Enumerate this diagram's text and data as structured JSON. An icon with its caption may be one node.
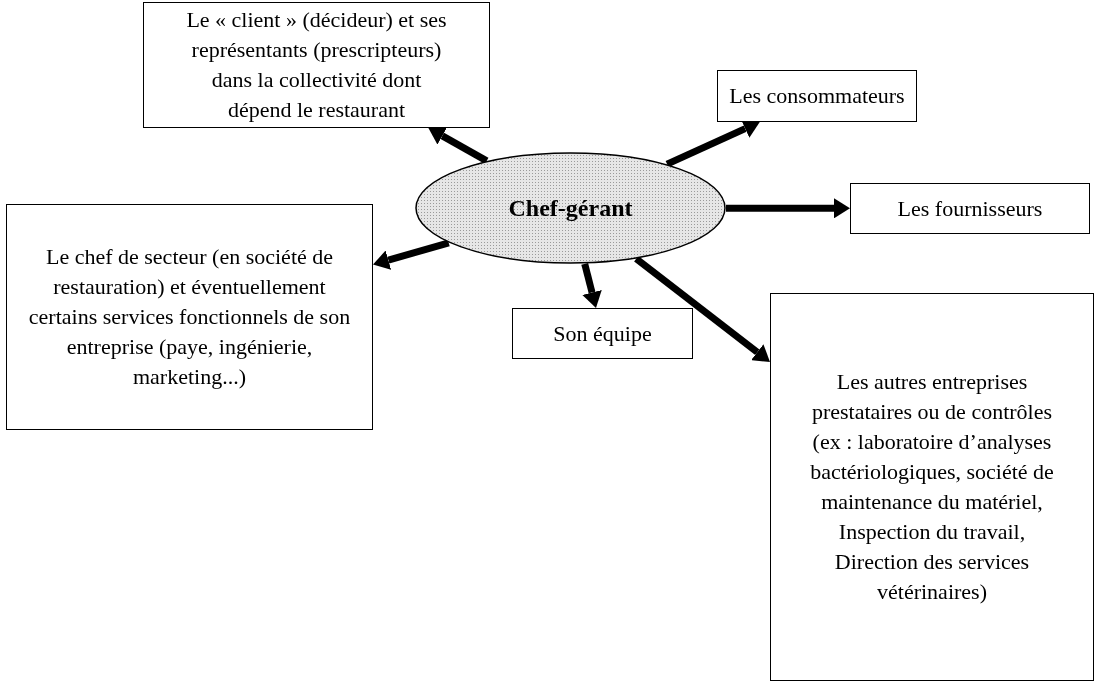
{
  "diagram": {
    "nodes": [
      {
        "text": [
          "Le « client » (décideur) et ses représentants (prescripteurs) dans la collectivité dont dépend le restaurant"
        ]
      },
      {
        "text": [
          "Les consommateurs"
        ]
      },
      {
        "text": [
          "Chef-gérant"
        ]
      },
      {
        "text": [
          "Le chef de secteur (en société de restauration) et éventuellement certains services fonctionnels de son entreprise (paye, ingénierie, marketing...)"
        ]
      },
      {
        "text": [
          "Les fournisseurs"
        ]
      },
      {
        "text": [
          "Son équipe"
        ]
      },
      {
        "text": [
          "Les autres entreprises prestataires ou de contrôles (ex : laboratoire d’analyses bactériologiques, société de maintenance du matériel, Inspection du travail, Direction des services vétérinaires)"
        ]
      }
    ],
    "edges": [
      {
        "from": 2,
        "to": 0,
        "arrow": "to"
      },
      {
        "from": 2,
        "to": 1,
        "arrow": "to"
      },
      {
        "from": 2,
        "to": 3,
        "arrow": "to"
      },
      {
        "from": 2,
        "to": 4,
        "arrow": "to"
      },
      {
        "from": 2,
        "to": 5,
        "arrow": "to"
      },
      {
        "from": 2,
        "to": 6,
        "arrow": "to"
      }
    ]
  }
}
